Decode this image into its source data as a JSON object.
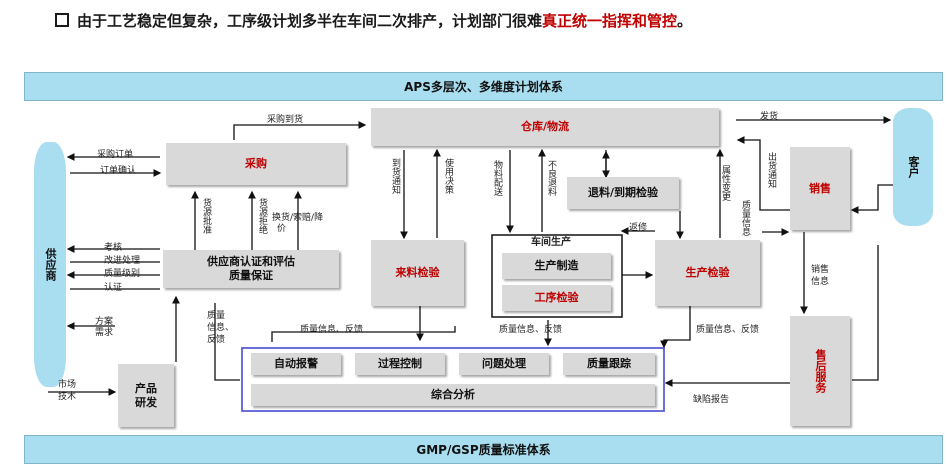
{
  "header": {
    "title_prefix": "由于工艺稳定但复杂，工序级计划多半在车间二次排产，计划部门很难",
    "title_highlight": "真正统一指挥和管控",
    "title_suffix": "。"
  },
  "bands": {
    "top": "APS多层次、多维度计划体系",
    "bottom": "GMP/GSP质量标准体系"
  },
  "actors": {
    "supplier": "供应商",
    "customer": "客户"
  },
  "boxes": {
    "purchase": "采购",
    "warehouse": "仓库/物流",
    "supplier_cert_1": "供应商认证和评估",
    "supplier_cert_2": "质量保证",
    "incoming_inspection": "来料检验",
    "workshop_title": "车间生产",
    "production": "生产制造",
    "process_inspection": "工序检验",
    "return_expiry": "退料/到期检验",
    "production_inspection": "生产检验",
    "sales": "销售",
    "after_sales": "售后服务",
    "product_rd_1": "产品",
    "product_rd_2": "研发",
    "auto_alarm": "自动报警",
    "process_control": "过程控制",
    "issue_handling": "问题处理",
    "quality_tracking": "质量跟踪",
    "analysis": "综合分析"
  },
  "labels": {
    "purchase_receipt": "采购到货",
    "purchase_order": "采购订单",
    "order_confirm": "订单确认",
    "ship": "发货",
    "assess": "考核",
    "improve": "改进处理",
    "quality_level": "质量级别",
    "certify": "认证",
    "plan_req_1": "方案",
    "plan_req_2": "需求",
    "market_1": "市场",
    "market_2": "技术",
    "v_source_approve": "货源批准",
    "v_source_reject": "货源拒绝",
    "v_return_1": "换货/索赔/降",
    "v_return_2": "价",
    "q_info_1": "质量",
    "q_info_2": "信息、",
    "q_info_3": "反馈",
    "v_inbound_notice": "到货通知",
    "v_usage_decision": "使用决策",
    "v_material_dispatch": "物料配送",
    "v_bad_material": "不良退料",
    "v_attr_change": "属性变更",
    "v_ship_notice": "出货通知",
    "v_quality_info": "质量信息",
    "rework": "返修",
    "sales_info_1": "销售",
    "sales_info_2": "信息",
    "feedback_left": "质量信息、反馈",
    "feedback_mid": "质量信息、反馈",
    "feedback_right": "质量信息、反馈",
    "defect_report": "缺陷报告"
  }
}
